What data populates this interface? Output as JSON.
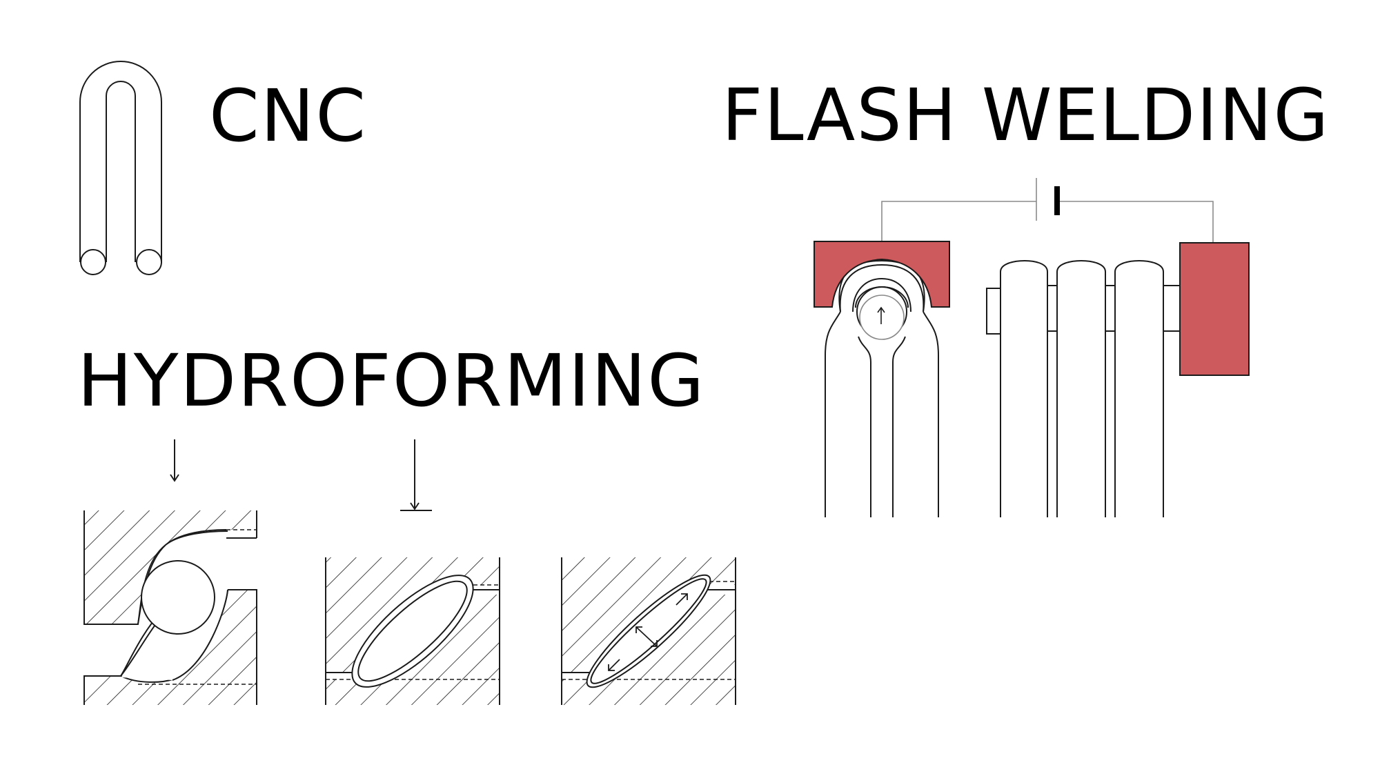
{
  "labels": {
    "cnc": "CNC",
    "hydroforming": "HYDROFORMING",
    "flash_welding": "FLASH WELDING"
  },
  "colors": {
    "ink": "#000000",
    "line": "#1a1a1a",
    "electrode": "#cd5a5c",
    "wire": "#8a8a8a"
  },
  "icons": {
    "arrow_down": "arrow-down-icon",
    "press_arrow": "press-arrow-icon",
    "expand_arrows": "expand-arrows-icon",
    "battery": "battery-icon"
  }
}
